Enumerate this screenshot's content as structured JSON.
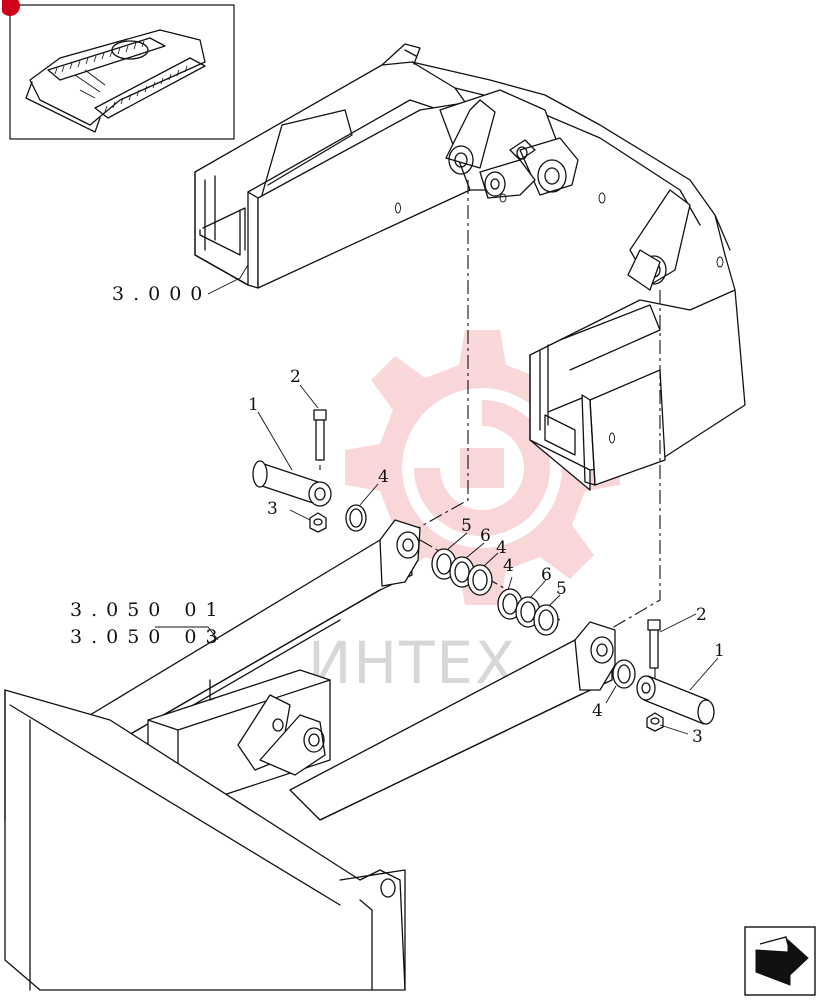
{
  "references": {
    "frame": "3.000",
    "blade_a": "3.050 01",
    "blade_b": "3.050 03"
  },
  "callouts": {
    "pin": "1",
    "bolt": "2",
    "nut": "3",
    "shim": "4",
    "ring5": "5",
    "ring6": "6"
  },
  "watermark": {
    "text": "ИНТЕХ",
    "color": "#e8474c"
  },
  "icons": {
    "thumbnail": "undercarriage-thumbnail",
    "nav": "next-page-arrow-icon"
  }
}
